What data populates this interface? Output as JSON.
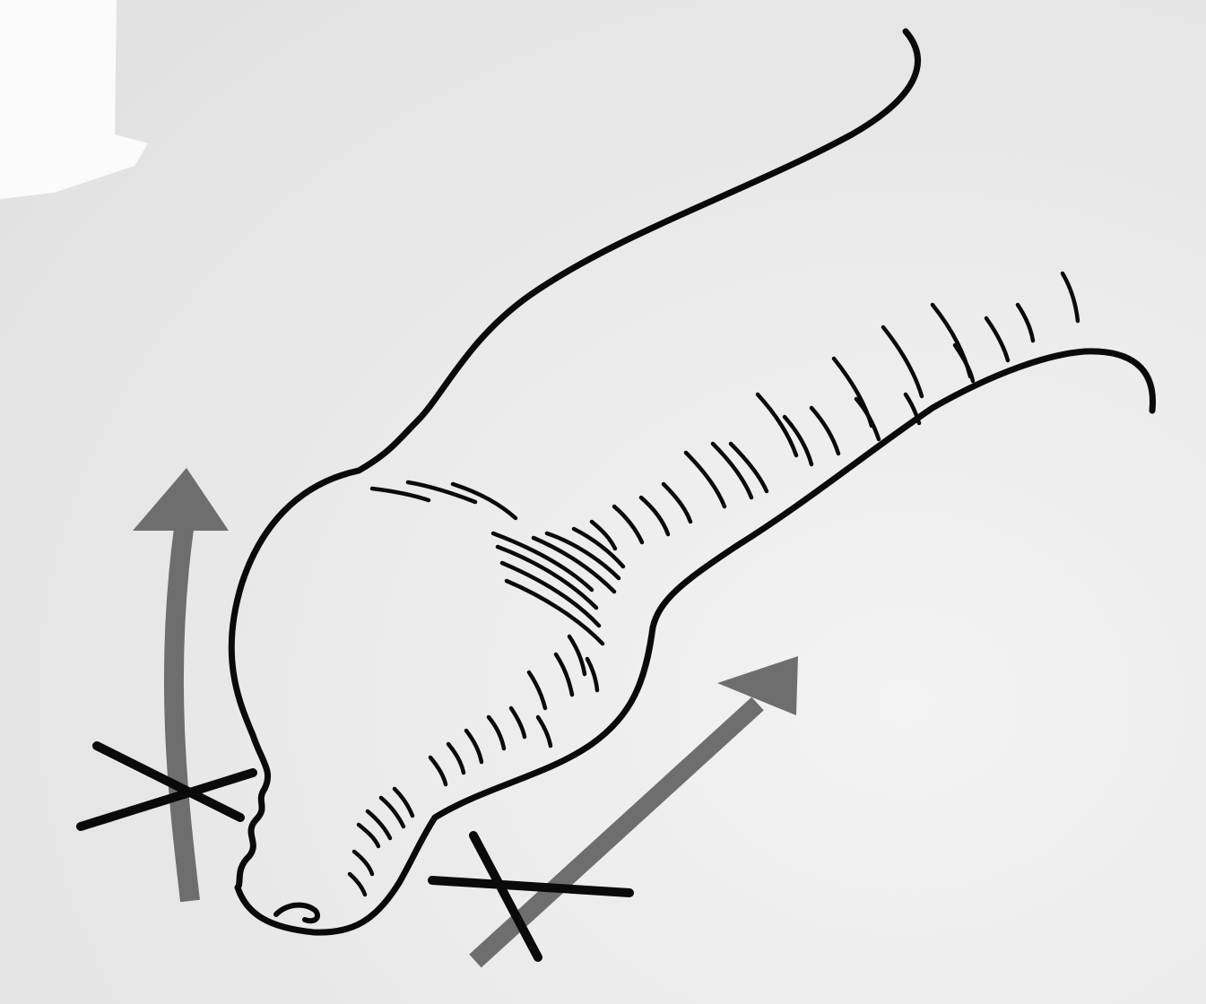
{
  "figure": {
    "description_elements": [
      "foot-outline",
      "shading-hatch",
      "upward-arrow-left",
      "diagonal-arrow-right",
      "cross-mark-left",
      "cross-mark-right"
    ],
    "colors": {
      "paper": "#ebebeb",
      "paper_corner": "#fbfbfb",
      "ink": "#0a0a0a",
      "arrow": "#6e6e6e"
    }
  }
}
